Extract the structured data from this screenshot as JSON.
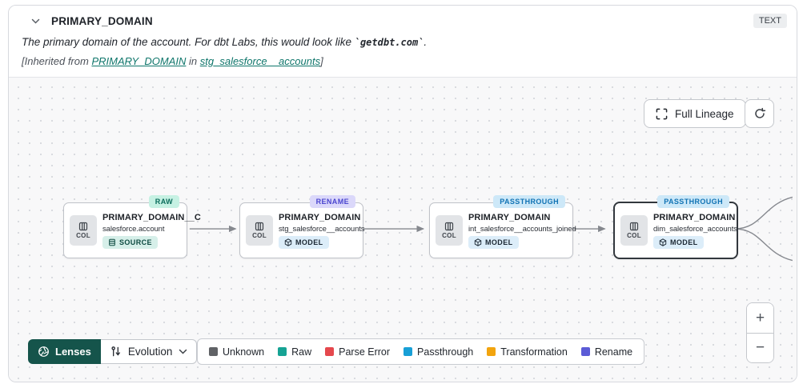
{
  "header": {
    "title": "PRIMARY_DOMAIN",
    "type_badge": "TEXT",
    "description_prefix": "The primary domain of the account. For dbt Labs, this would look like ",
    "description_code": "`getdbt.com`",
    "description_suffix": ".",
    "inherited_prefix": "[Inherited from ",
    "inherited_link_column": "PRIMARY_DOMAIN",
    "inherited_mid": " in ",
    "inherited_link_model": "stg_salesforce__accounts",
    "inherited_suffix": "]"
  },
  "toolbar": {
    "full_lineage_label": "Full Lineage"
  },
  "icons": {
    "header_collapse": "chevron-down",
    "full_lineage": "expand-corners",
    "refresh": "circular-arrow",
    "column": "columns-glyph",
    "source": "database-lines",
    "model": "cube",
    "lenses": "aperture",
    "evolution": "swap-vertical",
    "dropdown": "chevron-down"
  },
  "canvas": {
    "nodes": [
      {
        "status": "RAW",
        "status_bg": "#c6f1e3",
        "status_fg": "#0a6c5b",
        "col_label": "COL",
        "title": "PRIMARY_DOMAIN__C",
        "subtitle": "salesforce.account",
        "type": "SOURCE",
        "type_bg": "#d6efe9",
        "type_fg": "#0c4a40",
        "selected": false
      },
      {
        "status": "RENAME",
        "status_bg": "#dbd8fa",
        "status_fg": "#4a45cf",
        "col_label": "COL",
        "title": "PRIMARY_DOMAIN",
        "subtitle": "stg_salesforce__accounts",
        "type": "MODEL",
        "type_bg": "#dcedf9",
        "type_fg": "#1b2733",
        "selected": false
      },
      {
        "status": "PASSTHROUGH",
        "status_bg": "#cde8f8",
        "status_fg": "#1173b4",
        "col_label": "COL",
        "title": "PRIMARY_DOMAIN",
        "subtitle": "int_salesforce__accounts_joined",
        "type": "MODEL",
        "type_bg": "#dcedf9",
        "type_fg": "#1b2733",
        "selected": false
      },
      {
        "status": "PASSTHROUGH",
        "status_bg": "#cde8f8",
        "status_fg": "#1173b4",
        "col_label": "COL",
        "title": "PRIMARY_DOMAIN",
        "subtitle": "dim_salesforce_accounts",
        "type": "MODEL",
        "type_bg": "#dcedf9",
        "type_fg": "#1b2733",
        "selected": true
      }
    ],
    "edge_color": "#85888e"
  },
  "footer": {
    "lenses_label": "Lenses",
    "lens_selected": "Evolution",
    "legend": [
      {
        "label": "Unknown",
        "color": "#606266"
      },
      {
        "label": "Raw",
        "color": "#16a394"
      },
      {
        "label": "Parse Error",
        "color": "#e5484d"
      },
      {
        "label": "Passthrough",
        "color": "#189fd6"
      },
      {
        "label": "Transformation",
        "color": "#f2a40e"
      },
      {
        "label": "Rename",
        "color": "#5b5bd6"
      }
    ],
    "zoom_in": "+",
    "zoom_out": "−"
  }
}
